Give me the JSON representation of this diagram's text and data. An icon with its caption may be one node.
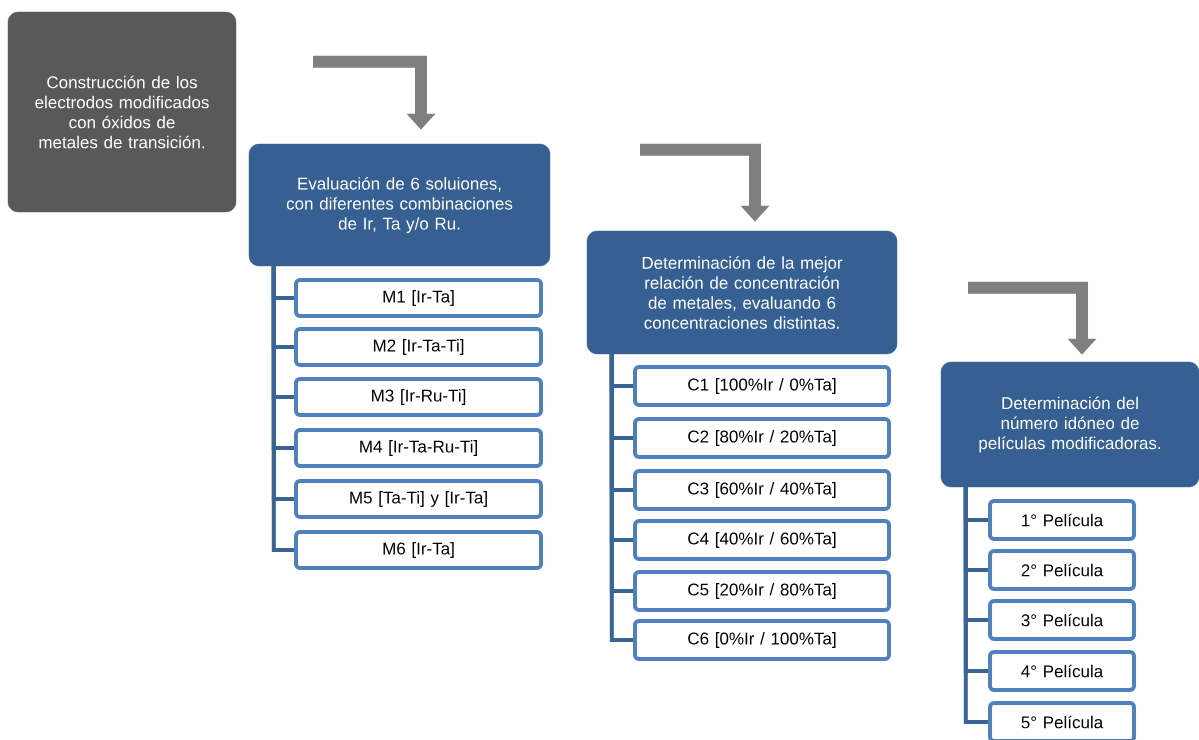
{
  "diagram": {
    "nodes": [
      {
        "text": [
          "Construcción de los electrodos modificados con óxidos de metales de transición."
        ]
      },
      {
        "text": [
          "Evaluación de 6 soluiones, con diferentes combinaciones de Ir, Ta y/o Ru."
        ]
      },
      {
        "text": [
          "M1 [Ir-Ta]"
        ]
      },
      {
        "text": [
          "M2 [Ir-Ta-Ti]"
        ]
      },
      {
        "text": [
          "M3 [Ir-Ru-Ti]"
        ]
      },
      {
        "text": [
          "M4 [Ir-Ta-Ru-Ti]"
        ]
      },
      {
        "text": [
          "M5 [Ta-Ti] y [Ir-Ta]"
        ]
      },
      {
        "text": [
          "M6  [Ir-Ta]"
        ]
      },
      {
        "text": [
          "Determinación de la mejor relación de concentración de metales, evaluando 6 concentraciones distintas."
        ]
      },
      {
        "text": [
          "C1 [100%Ir / 0%Ta]"
        ]
      },
      {
        "text": [
          "C2 [80%Ir / 20%Ta]"
        ]
      },
      {
        "text": [
          "C3 [60%Ir / 40%Ta]"
        ]
      },
      {
        "text": [
          "C4 [40%Ir / 60%Ta]"
        ]
      },
      {
        "text": [
          "C5 [20%Ir / 80%Ta]"
        ]
      },
      {
        "text": [
          "C6 [0%Ir / 100%Ta]"
        ]
      },
      {
        "text": [
          "Determinación del número idóneo de películas modificadoras."
        ]
      },
      {
        "text": [
          "1° Película"
        ]
      },
      {
        "text": [
          "2° Película"
        ]
      },
      {
        "text": [
          "3° Película"
        ]
      },
      {
        "text": [
          "4° Película"
        ]
      },
      {
        "text": [
          "5° Película"
        ]
      }
    ],
    "edges": [
      {
        "from": null,
        "to": 1,
        "arrow": "to",
        "style": "thick",
        "color": "#7f7f7f"
      },
      {
        "from": null,
        "to": 8,
        "arrow": "to",
        "style": "thick",
        "color": "#7f7f7f"
      },
      {
        "from": null,
        "to": 15,
        "arrow": "to",
        "style": "thick",
        "color": "#7f7f7f"
      },
      {
        "from": 1,
        "to": 2,
        "arrow": "none"
      },
      {
        "from": 1,
        "to": 3,
        "arrow": "none"
      },
      {
        "from": 1,
        "to": 4,
        "arrow": "none"
      },
      {
        "from": 1,
        "to": 5,
        "arrow": "none"
      },
      {
        "from": 1,
        "to": 6,
        "arrow": "none"
      },
      {
        "from": 1,
        "to": 7,
        "arrow": "none"
      },
      {
        "from": 8,
        "to": 9,
        "arrow": "none"
      },
      {
        "from": 8,
        "to": 10,
        "arrow": "none"
      },
      {
        "from": 8,
        "to": 11,
        "arrow": "none"
      },
      {
        "from": 8,
        "to": 12,
        "arrow": "none"
      },
      {
        "from": 8,
        "to": 13,
        "arrow": "none"
      },
      {
        "from": 8,
        "to": 14,
        "arrow": "none"
      },
      {
        "from": 15,
        "to": 16,
        "arrow": "none"
      },
      {
        "from": 15,
        "to": 17,
        "arrow": "none"
      },
      {
        "from": 15,
        "to": 18,
        "arrow": "none"
      },
      {
        "from": 15,
        "to": 19,
        "arrow": "none"
      },
      {
        "from": 15,
        "to": 20,
        "arrow": "none"
      }
    ]
  }
}
